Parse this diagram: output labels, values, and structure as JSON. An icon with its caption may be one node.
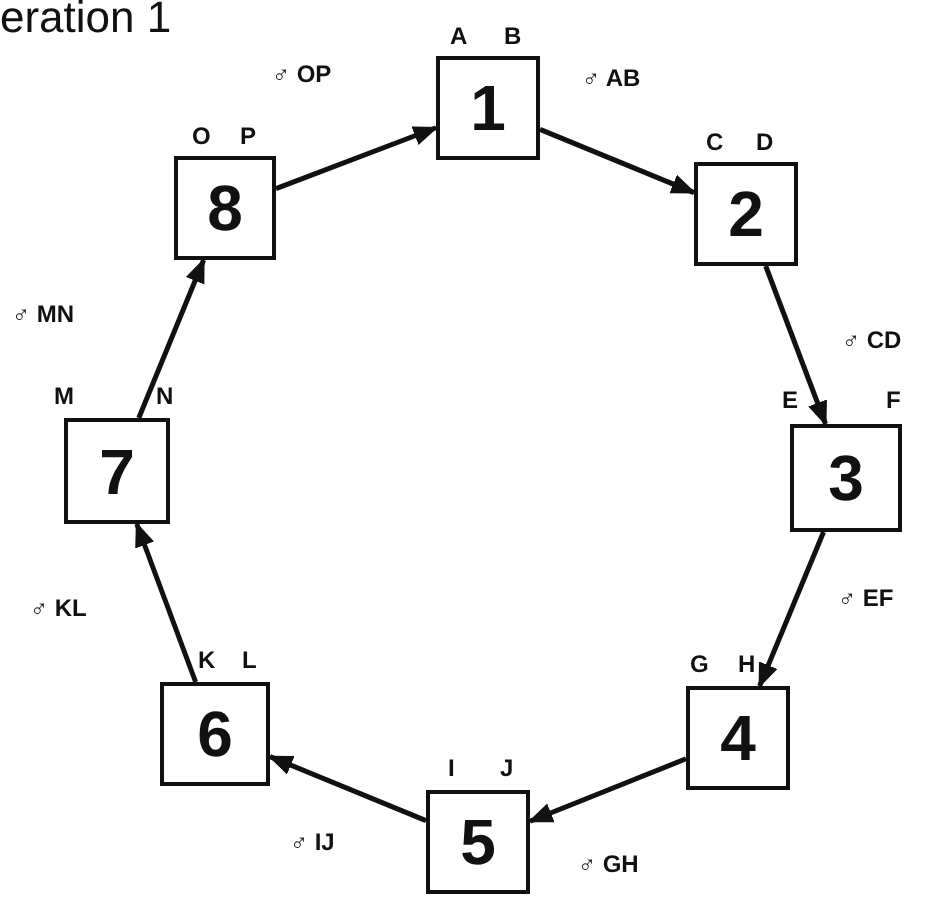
{
  "diagram": {
    "title": "eration 1",
    "nodes": [
      {
        "text": [
          "1"
        ],
        "beside": [
          "A",
          "B"
        ]
      },
      {
        "text": [
          "2"
        ],
        "beside": [
          "C",
          "D"
        ]
      },
      {
        "text": [
          "3"
        ],
        "beside": [
          "E",
          "F"
        ]
      },
      {
        "text": [
          "4"
        ],
        "beside": [
          "G",
          "H"
        ]
      },
      {
        "text": [
          "5"
        ],
        "beside": [
          "I",
          "J"
        ]
      },
      {
        "text": [
          "6"
        ],
        "beside": [
          "K",
          "L"
        ]
      },
      {
        "text": [
          "7"
        ],
        "beside": [
          "M",
          "N"
        ]
      },
      {
        "text": [
          "8"
        ],
        "beside": [
          "O",
          "P"
        ]
      }
    ],
    "edges": [
      {
        "from": 7,
        "to": 0,
        "arrow": "to",
        "label": "♂ OP"
      },
      {
        "from": 0,
        "to": 1,
        "arrow": "to",
        "label": "♂ AB"
      },
      {
        "from": 1,
        "to": 2,
        "arrow": "to",
        "label": "♂ CD"
      },
      {
        "from": 2,
        "to": 3,
        "arrow": "to",
        "label": "♂ EF"
      },
      {
        "from": 3,
        "to": 4,
        "arrow": "to",
        "label": "♂ GH"
      },
      {
        "from": 4,
        "to": 5,
        "arrow": "to",
        "label": "♂ IJ"
      },
      {
        "from": 5,
        "to": 6,
        "arrow": "to",
        "label": "♂ KL"
      },
      {
        "from": 6,
        "to": 7,
        "arrow": "to",
        "label": "♂ MN"
      }
    ]
  }
}
